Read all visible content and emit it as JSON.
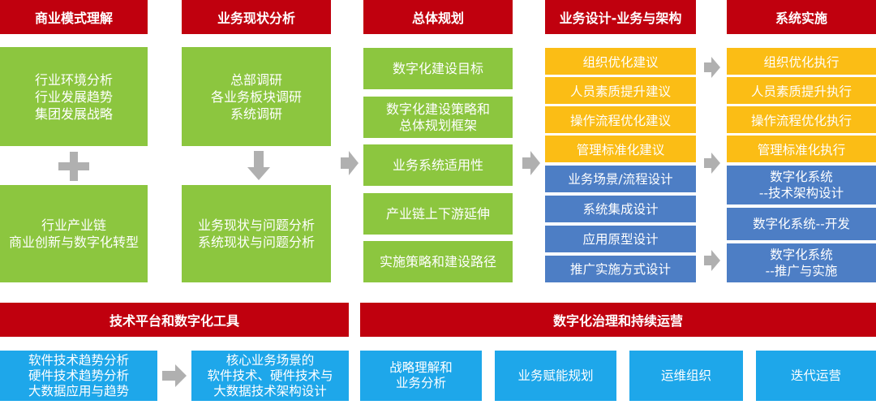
{
  "colors": {
    "header_red": "#c0000e",
    "green": "#8cc63f",
    "yellow": "#fbbd15",
    "blue": "#4d7ec5",
    "cyan": "#1ea7ea",
    "arrow_gray": "#b0b0b0"
  },
  "headers": {
    "h1": "商业模式理解",
    "h2": "业务现状分析",
    "h3": "总体规划",
    "h4": "业务设计-业务与架构",
    "h5": "系统实施"
  },
  "col1": {
    "top": "行业环境分析\n行业发展趋势\n集团发展战略",
    "bottom": "行业产业链\n商业创新与数字化转型"
  },
  "col2": {
    "top": "总部调研\n各业务板块调研\n系统调研",
    "bottom": "业务现状与问题分析\n系统现状与问题分析"
  },
  "col3": {
    "items": [
      "数字化建设目标",
      "数字化建设策略和\n总体规划框架",
      "业务系统适用性",
      "产业链上下游延伸",
      "实施策略和建设路径"
    ]
  },
  "col4": {
    "yellow": [
      "组织优化建议",
      "人员素质提升建议",
      "操作流程优化建议",
      "管理标准化建议"
    ],
    "blue": [
      "业务场景/流程设计",
      "系统集成设计",
      "应用原型设计",
      "推广实施方式设计"
    ]
  },
  "col5": {
    "yellow": [
      "组织优化执行",
      "人员素质提升执行",
      "操作流程优化执行",
      "管理标准化执行"
    ],
    "blue": [
      "数字化系统\n--技术架构设计",
      "数字化系统--开发",
      "数字化系统\n--推广与实施"
    ]
  },
  "bottom_headers": {
    "left": "技术平台和数字化工具",
    "right": "数字化治理和持续运营"
  },
  "bottom_items": {
    "b1": "软件技术趋势分析\n硬件技术趋势分析\n大数据应用与趋势",
    "b2": "核心业务场景的\n软件技术、硬件技术与\n大数据技术架构设计",
    "b3": "战略理解和\n业务分析",
    "b4": "业务赋能规划",
    "b5": "运维组织",
    "b6": "迭代运营"
  },
  "icons": [
    "plus-icon",
    "down-arrow-icon",
    "right-arrow-icon"
  ]
}
